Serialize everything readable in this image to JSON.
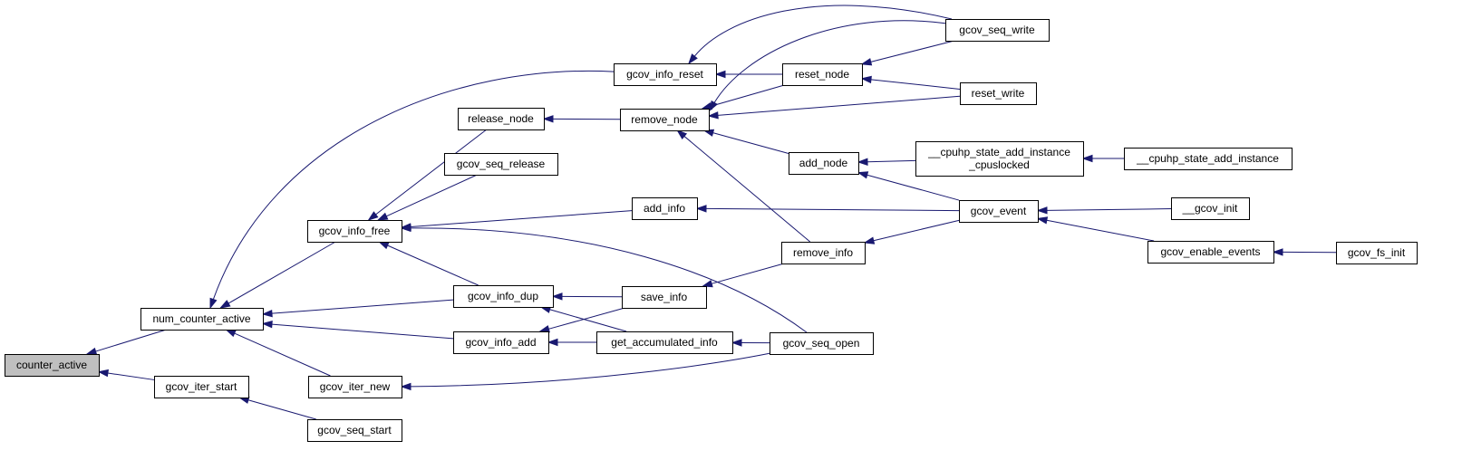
{
  "colors": {
    "edge": "#191970",
    "root_fill": "#bfbfbf",
    "node_fill": "#ffffff",
    "node_stroke": "#000000"
  },
  "nodes": {
    "counter_active": {
      "lines": [
        "counter_active"
      ]
    },
    "num_counter_active": {
      "lines": [
        "num_counter_active"
      ]
    },
    "gcov_iter_start": {
      "lines": [
        "gcov_iter_start"
      ]
    },
    "gcov_seq_start": {
      "lines": [
        "gcov_seq_start"
      ]
    },
    "gcov_info_free": {
      "lines": [
        "gcov_info_free"
      ]
    },
    "gcov_info_dup": {
      "lines": [
        "gcov_info_dup"
      ]
    },
    "gcov_info_add": {
      "lines": [
        "gcov_info_add"
      ]
    },
    "gcov_iter_new": {
      "lines": [
        "gcov_iter_new"
      ]
    },
    "release_node": {
      "lines": [
        "release_node"
      ]
    },
    "gcov_seq_release": {
      "lines": [
        "gcov_seq_release"
      ]
    },
    "gcov_info_reset": {
      "lines": [
        "gcov_info_reset"
      ]
    },
    "remove_node": {
      "lines": [
        "remove_node"
      ]
    },
    "add_info": {
      "lines": [
        "add_info"
      ]
    },
    "save_info": {
      "lines": [
        "save_info"
      ]
    },
    "get_accumulated_info": {
      "lines": [
        "get_accumulated_info"
      ]
    },
    "reset_node": {
      "lines": [
        "reset_node"
      ]
    },
    "add_node": {
      "lines": [
        "add_node"
      ]
    },
    "remove_info": {
      "lines": [
        "remove_info"
      ]
    },
    "gcov_seq_open": {
      "lines": [
        "gcov_seq_open"
      ]
    },
    "gcov_seq_write": {
      "lines": [
        "gcov_seq_write"
      ]
    },
    "reset_write": {
      "lines": [
        "reset_write"
      ]
    },
    "cpuhp_cpuslocked": {
      "lines": [
        "__cpuhp_state_add_instance",
        "_cpuslocked"
      ]
    },
    "gcov_event": {
      "lines": [
        "gcov_event"
      ]
    },
    "cpuhp_add_instance": {
      "lines": [
        "__cpuhp_state_add_instance"
      ]
    },
    "gcov_init": {
      "lines": [
        "__gcov_init"
      ]
    },
    "gcov_enable_events": {
      "lines": [
        "gcov_enable_events"
      ]
    },
    "gcov_fs_init": {
      "lines": [
        "gcov_fs_init"
      ]
    }
  }
}
